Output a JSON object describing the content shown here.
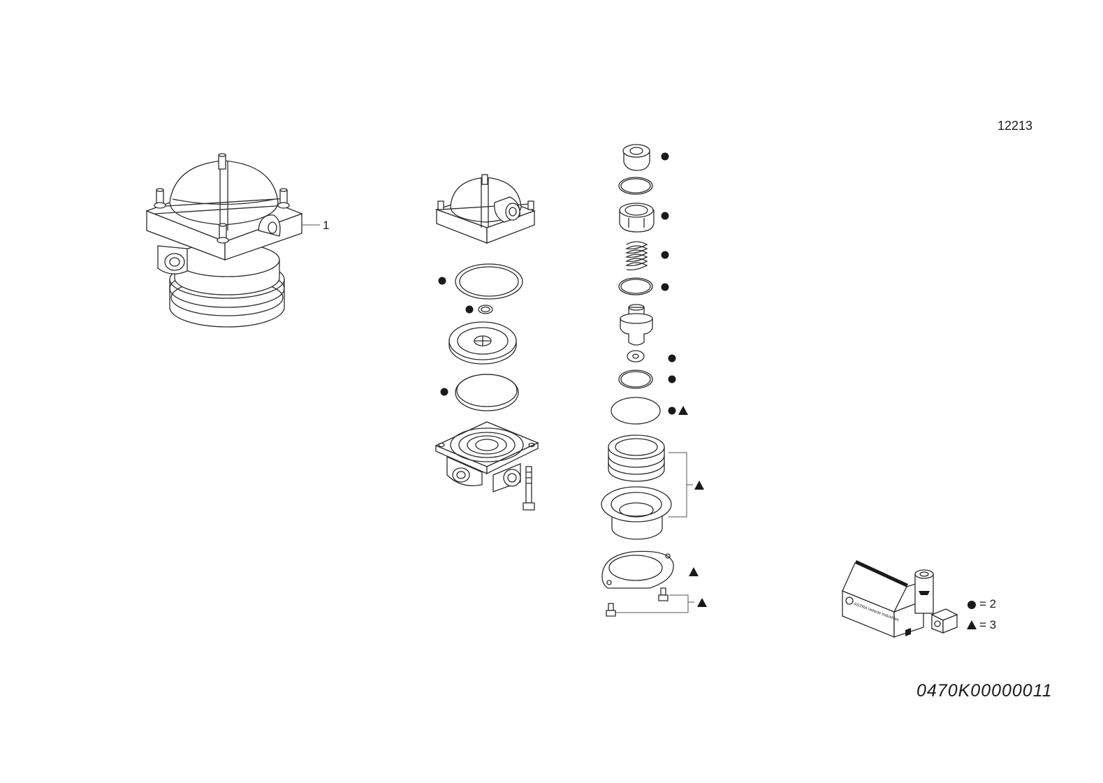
{
  "drawing": {
    "reference_number": "12213",
    "item_number": "1",
    "part_code": "0470K00000011",
    "kit_box_brand": "ASTRA Vehicle Industries"
  },
  "legend": {
    "circle_text": "= 2",
    "triangle_text": "= 3"
  },
  "markers": {
    "circle_icon": "filled-circle",
    "triangle_icon": "filled-triangle",
    "marker_color": "#1a1a1a",
    "line_color": "#2a2a2a"
  }
}
